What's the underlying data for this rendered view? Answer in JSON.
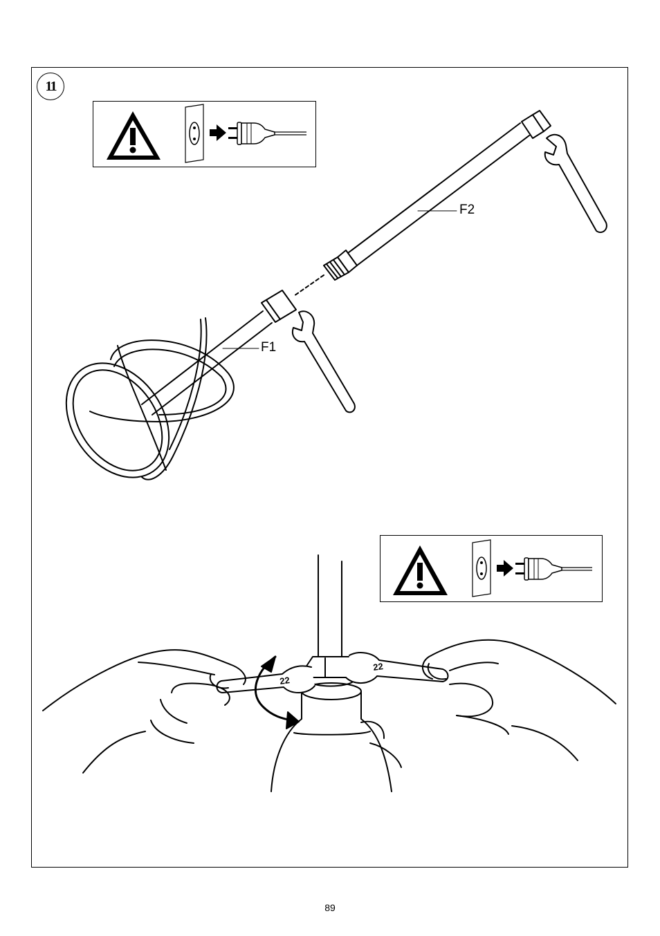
{
  "step": {
    "number": "11"
  },
  "callouts": {
    "f1": "F1",
    "f2": "F2"
  },
  "wrench_size": "22",
  "page": {
    "number": "89"
  },
  "icons": {
    "warning": "warning-triangle-icon",
    "socket": "wall-socket-icon",
    "arrow": "arrow-right-icon",
    "plug": "plug-icon"
  }
}
